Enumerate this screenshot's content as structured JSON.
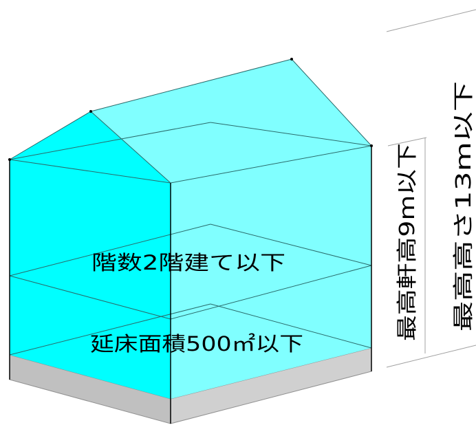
{
  "labels": {
    "floors": "階数2階建て以下",
    "floor_area": "延床面積500㎡以下",
    "eave_height": "最高軒高9m以下",
    "max_height": "最高高さ13m以下"
  },
  "colors": {
    "front_face": "#00ffff",
    "side_face": "#80ffff",
    "base_top": "#e0e0e0",
    "base_front": "#c0c0c0",
    "base_side": "#d0d0d0",
    "edge": "#000000",
    "floor_line": "#333333",
    "dim_line": "#808080",
    "text": "#000000"
  }
}
